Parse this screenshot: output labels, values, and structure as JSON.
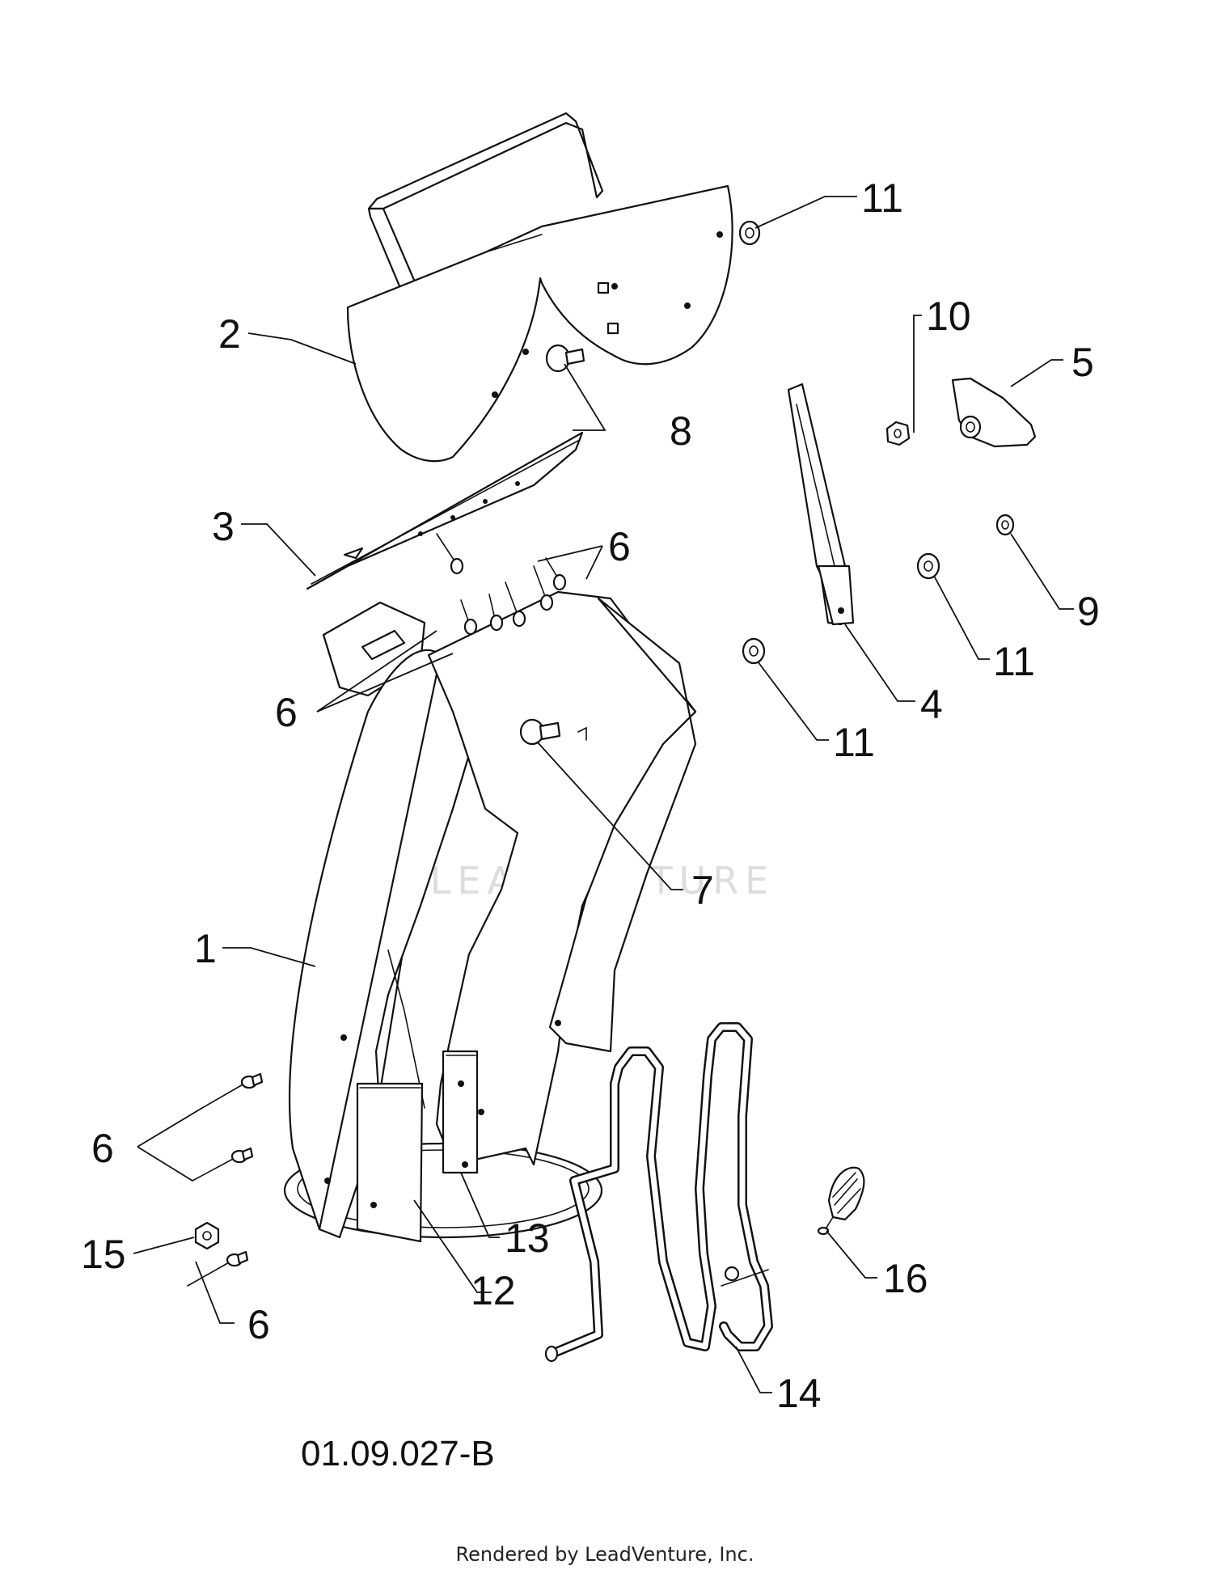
{
  "callouts": {
    "c1": "1",
    "c2": "2",
    "c3": "3",
    "c4": "4",
    "c5": "5",
    "c6a": "6",
    "c6b": "6",
    "c6c": "6",
    "c6d": "6",
    "c7": "7",
    "c8": "8",
    "c9": "9",
    "c10": "10",
    "c11a": "11",
    "c11b": "11",
    "c11c": "11",
    "c12": "12",
    "c13": "13",
    "c14": "14",
    "c15": "15",
    "c16": "16"
  },
  "diagram_code": "01.09.027-B",
  "watermark": "LEADVENTURE",
  "footer": "Rendered by LeadVenture, Inc."
}
